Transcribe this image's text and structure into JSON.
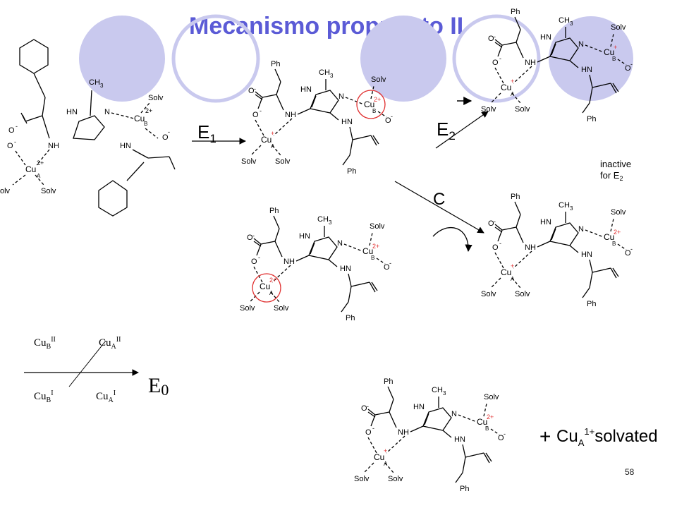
{
  "slide": {
    "title": "Mecanismo propuesto II",
    "page_number": "58"
  },
  "colors": {
    "title": "#5b5bd6",
    "decor_circle_fill": "#c9c9ee",
    "decor_circle_stroke": "#c9c9ee",
    "highlight_circle": "#e03030",
    "charge_red": "#e03030",
    "ink": "#000000"
  },
  "labels": {
    "solv": "Solv",
    "olv": "olv",
    "ph": "Ph",
    "hn": "HN",
    "nh": "NH",
    "n": "N",
    "ch3": "CH3",
    "ch": "CH",
    "sub3": "3",
    "cu": "Cu",
    "site_a": "A",
    "site_b": "B",
    "o": "O",
    "charge_2plus": "2+",
    "charge_plus": "+",
    "charge_minus": "-",
    "inactive": "inactive",
    "for_e2": "for E",
    "sub2": "2"
  },
  "reaction": {
    "e1": "E",
    "e1_sub": "1",
    "e2": "E",
    "e2_sub": "2",
    "c": "C",
    "product_plus": "+",
    "product_cu": "Cu",
    "product_sub": "A",
    "product_sup": "1+",
    "product_word": "solvated"
  },
  "legend": {
    "cu": "Cu",
    "b": "B",
    "a": "A",
    "sup_ii": "II",
    "sup_i": "I",
    "e0": "E",
    "e0_sub": "0"
  }
}
